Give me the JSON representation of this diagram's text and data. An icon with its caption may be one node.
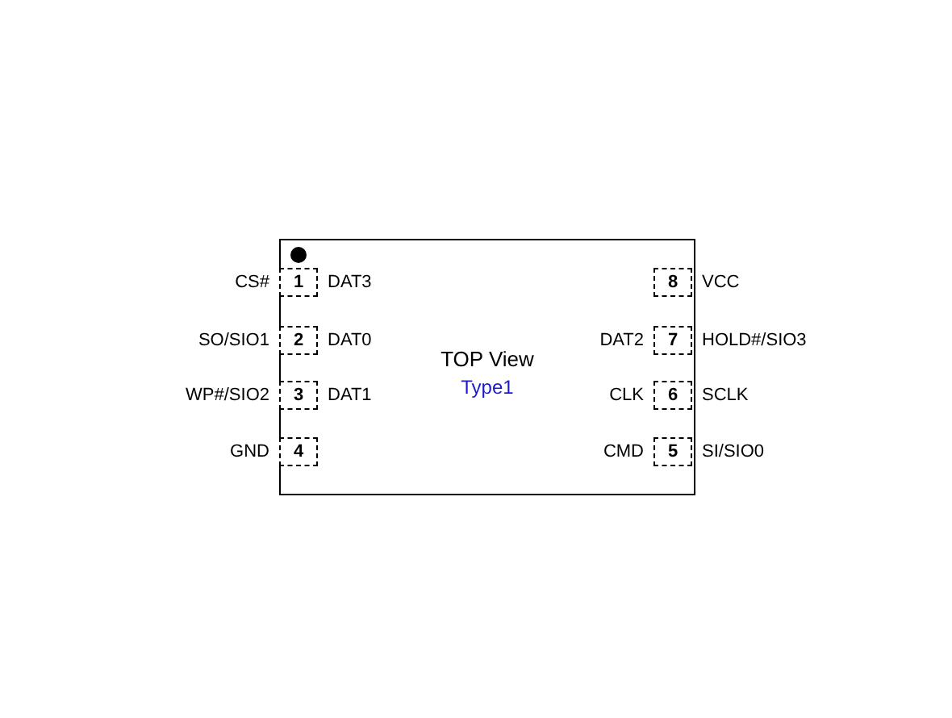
{
  "diagram": {
    "nodes": [
      {
        "text": [
          "TOP View",
          "Type1"
        ]
      },
      {
        "text": [
          "1"
        ],
        "in": 0,
        "beside": [
          "CS#",
          "DAT3"
        ]
      },
      {
        "text": [
          "8"
        ],
        "in": 0,
        "beside": [
          "VCC"
        ]
      },
      {
        "text": [
          "2"
        ],
        "in": 0,
        "beside": [
          "SO/SIO1",
          "DAT0"
        ]
      },
      {
        "text": [
          "7"
        ],
        "in": 0,
        "beside": [
          "DAT2",
          "HOLD#/SIO3"
        ]
      },
      {
        "text": [
          "3"
        ],
        "in": 0,
        "beside": [
          "WP#/SIO2",
          "DAT1"
        ]
      },
      {
        "text": [
          "6"
        ],
        "in": 0,
        "beside": [
          "CLK",
          "SCLK"
        ]
      },
      {
        "text": [
          "4"
        ],
        "in": 0,
        "beside": [
          "GND"
        ]
      },
      {
        "text": [
          "5"
        ],
        "in": 0,
        "beside": [
          "CMD",
          "SI/SIO0"
        ]
      }
    ]
  }
}
